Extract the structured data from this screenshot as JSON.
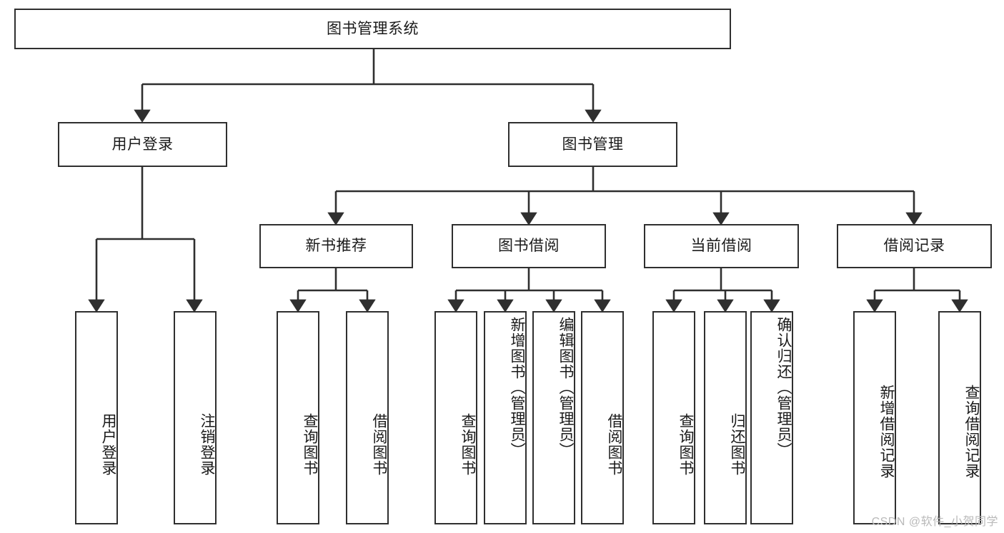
{
  "diagram": {
    "title": "图书管理系统",
    "type": "tree",
    "watermark": "CSDN @软件_小贺同学",
    "colors": {
      "stroke": "#2f2f2f",
      "fill": "#ffffff",
      "text": "#1a1a1a",
      "watermark": "#b9b9b9"
    },
    "nodes": {
      "root": {
        "label": "图书管理系统",
        "orientation": "horizontal",
        "level": 0
      },
      "l1_0": {
        "label": "用户登录",
        "orientation": "horizontal",
        "level": 1
      },
      "l1_1": {
        "label": "图书管理",
        "orientation": "horizontal",
        "level": 1
      },
      "l2_0": {
        "label": "新书推荐",
        "orientation": "horizontal",
        "level": 2
      },
      "l2_1": {
        "label": "图书借阅",
        "orientation": "horizontal",
        "level": 2
      },
      "l2_2": {
        "label": "当前借阅",
        "orientation": "horizontal",
        "level": 2
      },
      "l2_3": {
        "label": "借阅记录",
        "orientation": "horizontal",
        "level": 2
      },
      "leaf_login_0": {
        "label": "用户登录",
        "orientation": "vertical",
        "level": 2
      },
      "leaf_login_1": {
        "label": "注销登录",
        "orientation": "vertical",
        "level": 2
      },
      "leaf_new_0": {
        "label": "查询图书",
        "orientation": "vertical",
        "level": 3
      },
      "leaf_new_1": {
        "label": "借阅图书",
        "orientation": "vertical",
        "level": 3
      },
      "leaf_borrow_0": {
        "label": "查询图书",
        "orientation": "vertical",
        "level": 3
      },
      "leaf_borrow_1": {
        "label": "新增图书（管理员）",
        "orientation": "vertical",
        "level": 3
      },
      "leaf_borrow_2": {
        "label": "编辑图书（管理员）",
        "orientation": "vertical",
        "level": 3
      },
      "leaf_borrow_3": {
        "label": "借阅图书",
        "orientation": "vertical",
        "level": 3
      },
      "leaf_current_0": {
        "label": "查询图书",
        "orientation": "vertical",
        "level": 3
      },
      "leaf_current_1": {
        "label": "归还图书",
        "orientation": "vertical",
        "level": 3
      },
      "leaf_current_2": {
        "label": "确认归还（管理员）",
        "orientation": "vertical",
        "level": 3
      },
      "leaf_record_0": {
        "label": "新增借阅记录",
        "orientation": "vertical",
        "level": 3
      },
      "leaf_record_1": {
        "label": "查询借阅记录",
        "orientation": "vertical",
        "level": 3
      }
    },
    "edges": [
      {
        "from": "root",
        "to": "l1_0"
      },
      {
        "from": "root",
        "to": "l1_1"
      },
      {
        "from": "l1_1",
        "to": "l2_0"
      },
      {
        "from": "l1_1",
        "to": "l2_1"
      },
      {
        "from": "l1_1",
        "to": "l2_2"
      },
      {
        "from": "l1_1",
        "to": "l2_3"
      },
      {
        "from": "l1_0",
        "to": "leaf_login_0"
      },
      {
        "from": "l1_0",
        "to": "leaf_login_1"
      },
      {
        "from": "l2_0",
        "to": "leaf_new_0"
      },
      {
        "from": "l2_0",
        "to": "leaf_new_1"
      },
      {
        "from": "l2_1",
        "to": "leaf_borrow_0"
      },
      {
        "from": "l2_1",
        "to": "leaf_borrow_1"
      },
      {
        "from": "l2_1",
        "to": "leaf_borrow_2"
      },
      {
        "from": "l2_1",
        "to": "leaf_borrow_3"
      },
      {
        "from": "l2_2",
        "to": "leaf_current_0"
      },
      {
        "from": "l2_2",
        "to": "leaf_current_1"
      },
      {
        "from": "l2_2",
        "to": "leaf_current_2"
      },
      {
        "from": "l2_3",
        "to": "leaf_record_0"
      },
      {
        "from": "l2_3",
        "to": "leaf_record_1"
      }
    ]
  }
}
